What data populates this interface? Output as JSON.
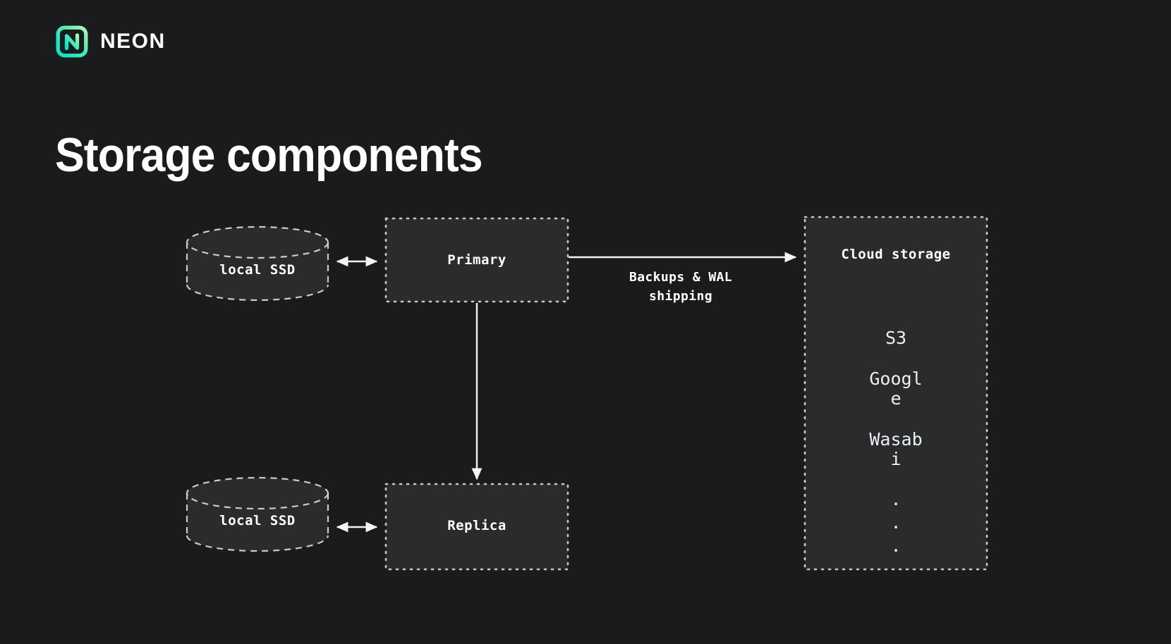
{
  "brand": {
    "name": "NEON",
    "logo_icon": "neon-logo-icon",
    "gradient_from": "#00e0c6",
    "gradient_to": "#aaf3ad"
  },
  "page": {
    "title": "Storage components",
    "background_color": "#1a1b1d",
    "node_fill_color": "#2a2b2d",
    "stroke_color": "#c8cacc",
    "text_color": "#ffffff"
  },
  "diagram": {
    "nodes": [
      {
        "id": "local-ssd-primary",
        "label": "local SSD",
        "shape": "cylinder",
        "border": "dashed"
      },
      {
        "id": "primary",
        "label": "Primary",
        "shape": "rect",
        "border": "dotted"
      },
      {
        "id": "local-ssd-replica",
        "label": "local SSD",
        "shape": "cylinder",
        "border": "dashed"
      },
      {
        "id": "replica",
        "label": "Replica",
        "shape": "rect",
        "border": "dotted"
      },
      {
        "id": "cloud-storage",
        "label": "Cloud storage",
        "shape": "rect",
        "border": "dotted"
      }
    ],
    "edges": [
      {
        "id": "ssd-primary",
        "from": "local-ssd-primary",
        "to": "primary",
        "label": "",
        "arrow": "both"
      },
      {
        "id": "primary-cloud",
        "from": "primary",
        "to": "cloud-storage",
        "label": "Backups & WAL\nshipping",
        "arrow": "end"
      },
      {
        "id": "primary-replica",
        "from": "primary",
        "to": "replica",
        "label": "",
        "arrow": "end"
      },
      {
        "id": "ssd-replica",
        "from": "local-ssd-replica",
        "to": "replica",
        "label": "",
        "arrow": "both"
      }
    ],
    "cloud_providers": [
      {
        "name": "Google"
      },
      {
        "name": "Wasabi"
      }
    ],
    "cloud_first_item": "S3",
    "ellipsis": [
      ".",
      ".",
      "."
    ]
  }
}
